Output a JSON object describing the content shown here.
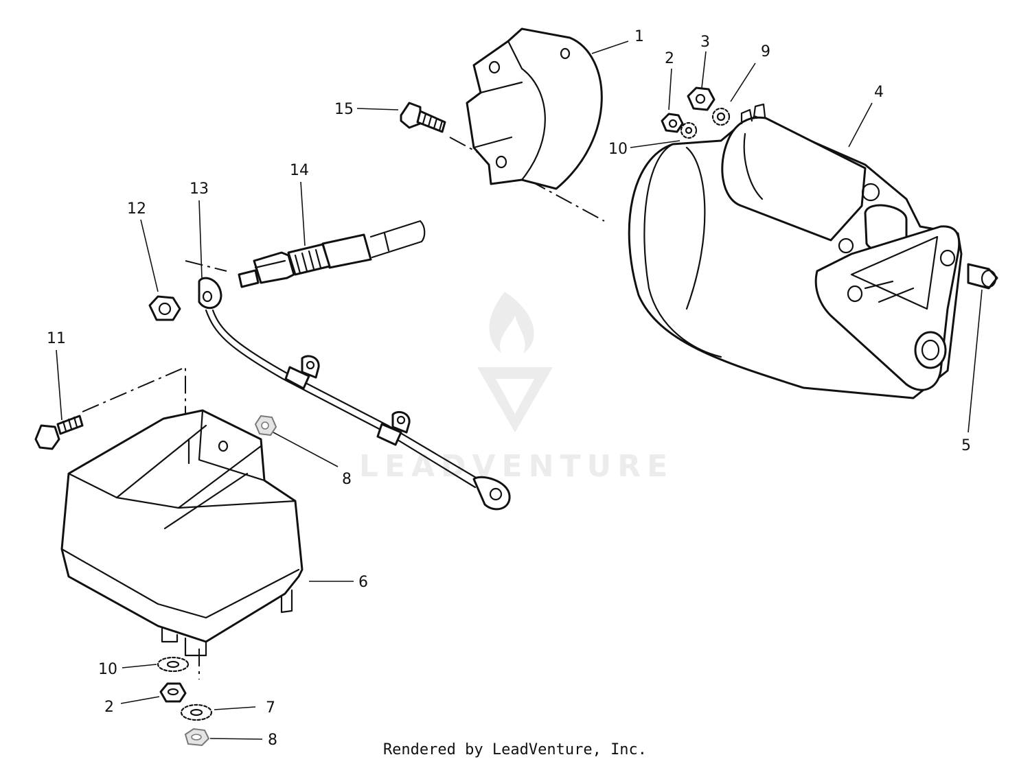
{
  "callouts": {
    "c1": "1",
    "c2a": "2",
    "c2b": "2",
    "c3": "3",
    "c4": "4",
    "c5": "5",
    "c6": "6",
    "c7": "7",
    "c8a": "8",
    "c8b": "8",
    "c9": "9",
    "c10a": "10",
    "c10b": "10",
    "c11": "11",
    "c12": "12",
    "c13": "13",
    "c14": "14",
    "c15": "15"
  },
  "watermark": {
    "text": "LEADVENTURE"
  },
  "footer": {
    "text": "Rendered by LeadVenture, Inc."
  }
}
